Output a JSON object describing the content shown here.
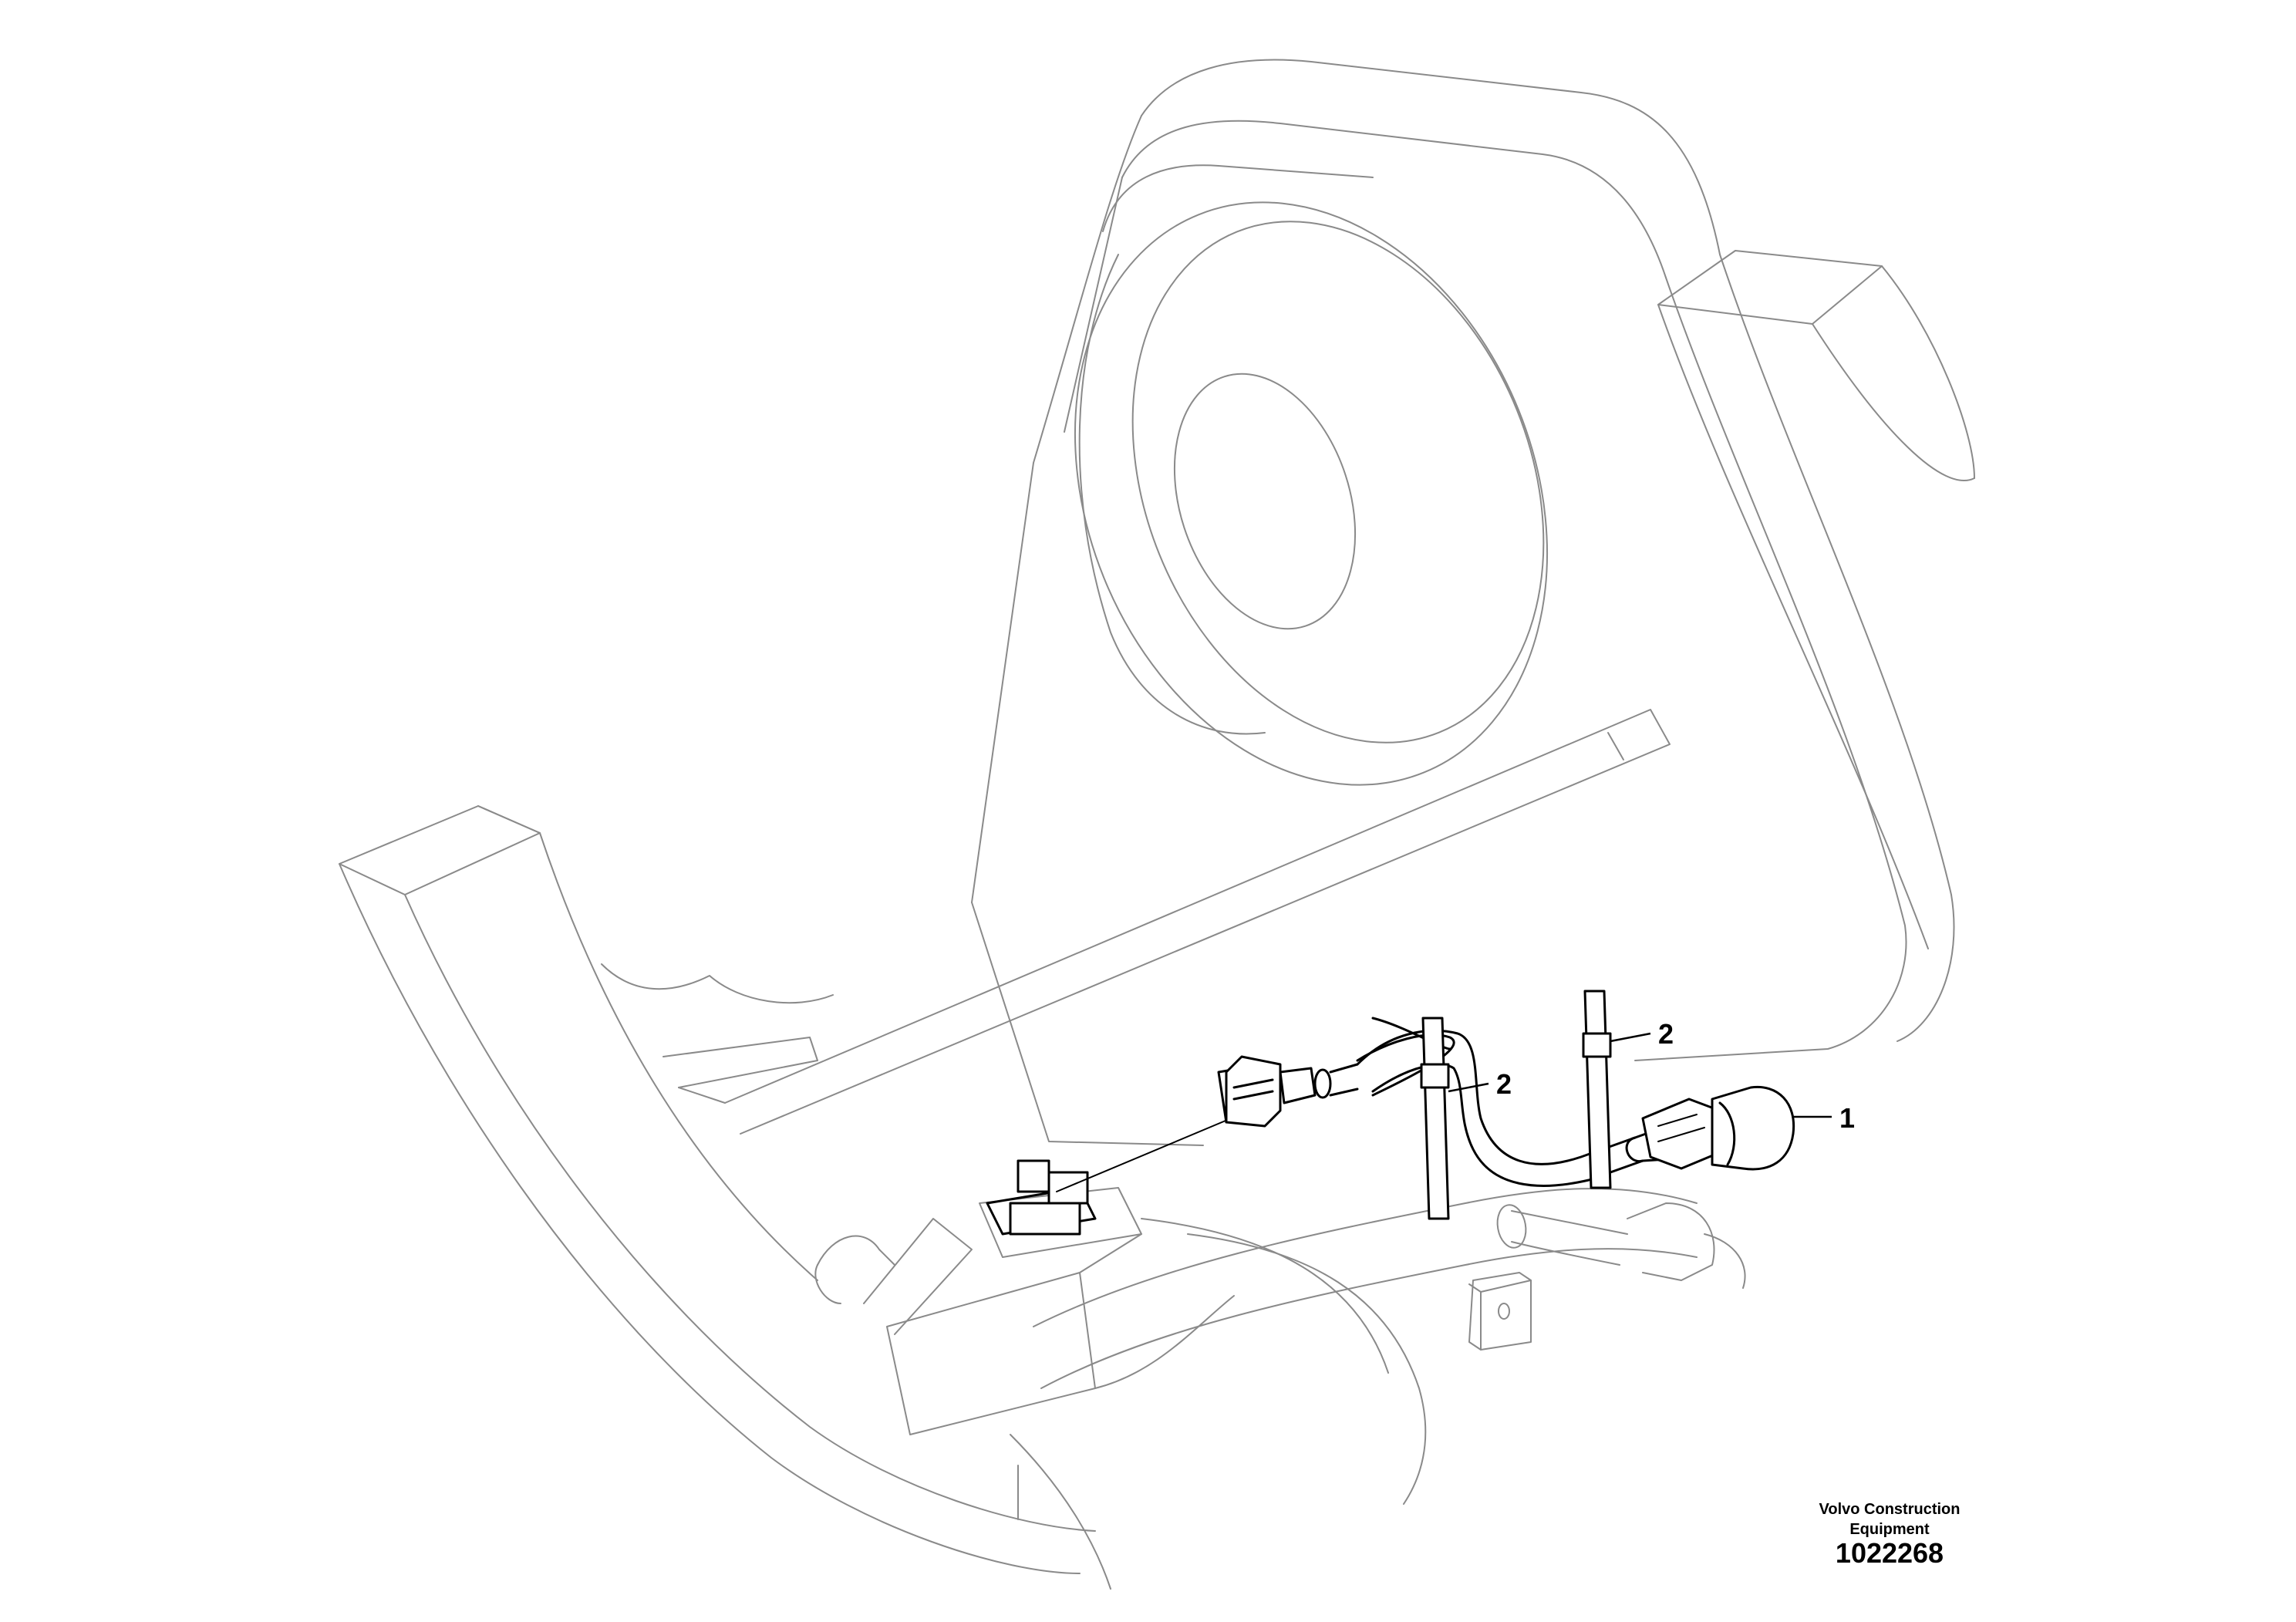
{
  "diagram": {
    "callouts": [
      {
        "id": "callout-1",
        "label": "1"
      },
      {
        "id": "callout-2a",
        "label": "2"
      },
      {
        "id": "callout-2b",
        "label": "2"
      }
    ]
  },
  "footer": {
    "publisher_line1": "Volvo Construction",
    "publisher_line2": "Equipment",
    "document_number": "1022268"
  }
}
